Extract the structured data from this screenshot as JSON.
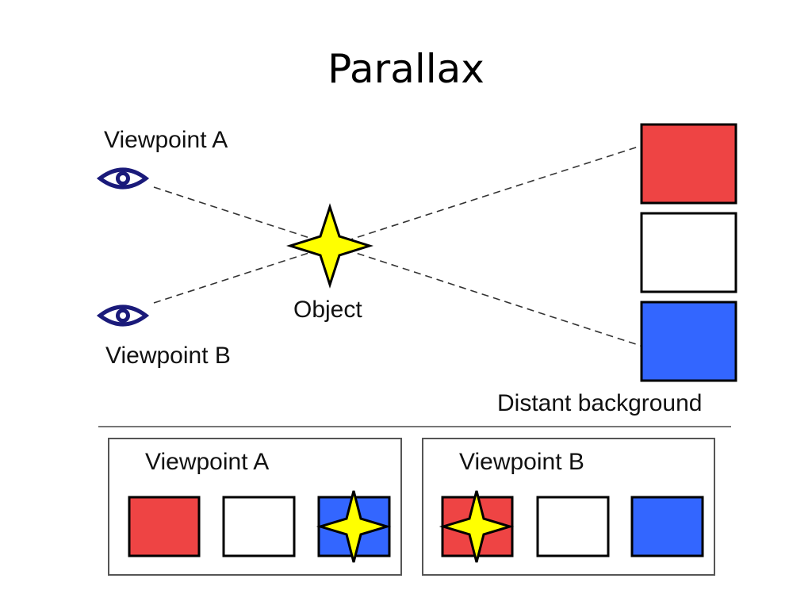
{
  "slide": {
    "title": "Parallax"
  },
  "diagram": {
    "viewpoint_a_label": "Viewpoint A",
    "viewpoint_b_label": "Viewpoint B",
    "object_label": "Object",
    "background_label": "Distant background",
    "icons": {
      "viewer": "eye-icon",
      "object": "four-point-star-icon"
    }
  },
  "panels": {
    "panel_a_title": "Viewpoint A",
    "panel_b_title": "Viewpoint B"
  },
  "colors": {
    "red": "#ee4444",
    "white": "#ffffff",
    "blue": "#3366ff",
    "star": "#ffff00",
    "eye": "#1a1a7a",
    "outline": "#000000",
    "divider": "#777777"
  }
}
